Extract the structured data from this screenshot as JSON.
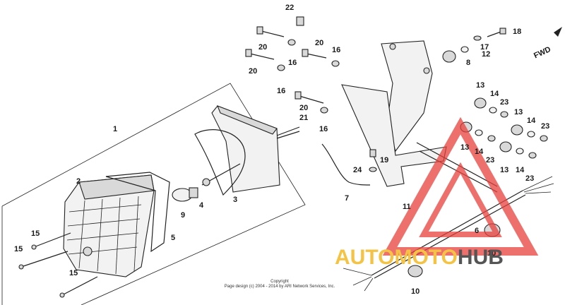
{
  "diagram": {
    "fwd_label": "FWD",
    "callouts": [
      {
        "id": "c1",
        "label": "1"
      },
      {
        "id": "c2",
        "label": "2"
      },
      {
        "id": "c3",
        "label": "3"
      },
      {
        "id": "c4",
        "label": "4"
      },
      {
        "id": "c5",
        "label": "5"
      },
      {
        "id": "c6",
        "label": "6"
      },
      {
        "id": "c7",
        "label": "7"
      },
      {
        "id": "c8",
        "label": "8"
      },
      {
        "id": "c9",
        "label": "9"
      },
      {
        "id": "c10a",
        "label": "10"
      },
      {
        "id": "c10b",
        "label": "10"
      },
      {
        "id": "c11",
        "label": "11"
      },
      {
        "id": "c12",
        "label": "12"
      },
      {
        "id": "c13a",
        "label": "13"
      },
      {
        "id": "c13b",
        "label": "13"
      },
      {
        "id": "c13c",
        "label": "13"
      },
      {
        "id": "c13d",
        "label": "13"
      },
      {
        "id": "c14a",
        "label": "14"
      },
      {
        "id": "c14b",
        "label": "14"
      },
      {
        "id": "c14c",
        "label": "14"
      },
      {
        "id": "c14d",
        "label": "14"
      },
      {
        "id": "c15a",
        "label": "15"
      },
      {
        "id": "c15b",
        "label": "15"
      },
      {
        "id": "c15c",
        "label": "15"
      },
      {
        "id": "c16a",
        "label": "16"
      },
      {
        "id": "c16b",
        "label": "16"
      },
      {
        "id": "c16c",
        "label": "16"
      },
      {
        "id": "c16d",
        "label": "16"
      },
      {
        "id": "c17",
        "label": "17"
      },
      {
        "id": "c18",
        "label": "18"
      },
      {
        "id": "c19",
        "label": "19"
      },
      {
        "id": "c20a",
        "label": "20"
      },
      {
        "id": "c20b",
        "label": "20"
      },
      {
        "id": "c20c",
        "label": "20"
      },
      {
        "id": "c20d",
        "label": "20"
      },
      {
        "id": "c21",
        "label": "21"
      },
      {
        "id": "c22",
        "label": "22"
      },
      {
        "id": "c23a",
        "label": "23"
      },
      {
        "id": "c23b",
        "label": "23"
      },
      {
        "id": "c23c",
        "label": "23"
      },
      {
        "id": "c23d",
        "label": "23"
      },
      {
        "id": "c24",
        "label": "24"
      }
    ]
  },
  "copyright": {
    "line1": "Copyright",
    "line2": "Page design (c) 2004 - 2014 by ARI Network Services, Inc."
  },
  "watermark": {
    "part1": "AUTOMOTO",
    "part2": "HUB",
    "color1": "#f5c344",
    "color2": "#555555",
    "logo_color": "#e8413d"
  }
}
